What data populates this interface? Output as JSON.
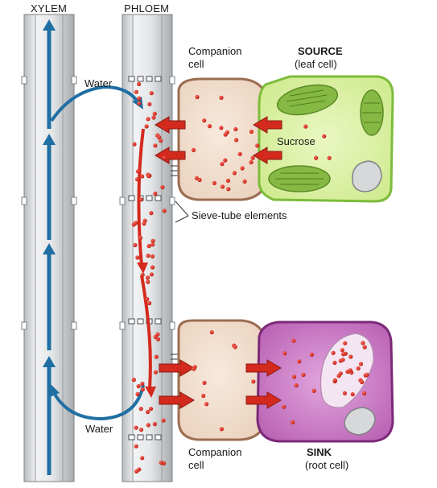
{
  "labels": {
    "xylem": "XYLEM",
    "phloem": "PHLOEM",
    "water_top": "Water",
    "water_bottom": "Water",
    "companion_top_1": "Companion",
    "companion_top_2": "cell",
    "source_1": "SOURCE",
    "source_2": "(leaf cell)",
    "sucrose": "Sucrose",
    "sieve": "Sieve-tube elements",
    "companion_bottom_1": "Companion",
    "companion_bottom_2": "cell",
    "sink_1": "SINK",
    "sink_2": "(root cell)"
  },
  "colors": {
    "water_arrow": "#1f6fa3",
    "sucrose": "#d42a1e",
    "tube_fill": "#e3e5e7",
    "companion_fill": "#f1dccb",
    "companion_stroke": "#9b6e52",
    "leaf_fill": "#dcf0a8",
    "leaf_stroke": "#7cbc3a",
    "chloroplast": "#7fae3a",
    "root_fill": "#c877c2",
    "root_stroke": "#7a2a78"
  }
}
